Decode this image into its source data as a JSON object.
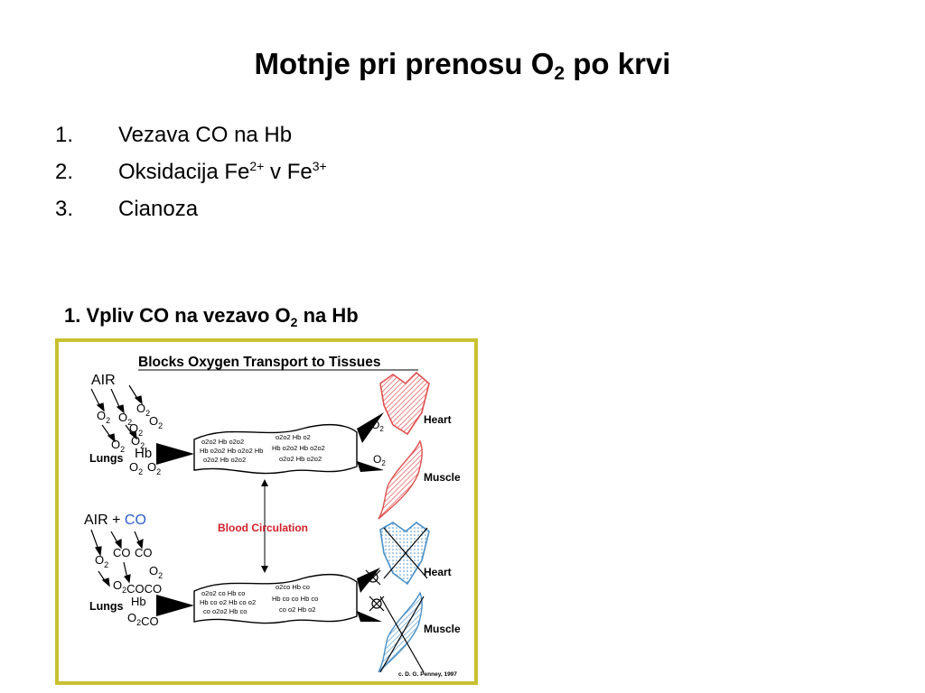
{
  "slide": {
    "title_main": "Motnje pri prenosu O",
    "title_sub": "2",
    "title_end": " po krvi"
  },
  "list": [
    {
      "num": "1.",
      "text": "Vezava CO na Hb"
    },
    {
      "num": "2.",
      "text": "Oksidacija Fe",
      "sup1": "2+",
      "mid": " v  Fe",
      "sup2": "3+"
    },
    {
      "num": "3.",
      "text": "Cianoza"
    }
  ],
  "section": {
    "title_main": "1. Vpliv CO na vezavo O",
    "title_sub": "2",
    "title_end": " na Hb"
  },
  "figure": {
    "title": "Blocks Oxygen Transport to Tissues",
    "air": "AIR",
    "air_co_prefix": "AIR + ",
    "co": "CO",
    "o": "O",
    "two": "2",
    "lungs": "Lungs",
    "hb": "Hb",
    "o2": "O2",
    "heart": "Heart",
    "muscle": "Muscle",
    "blood_circulation": "Blood Circulation",
    "vessel_text_top": "o2o2  Hb  o2o2  Hb",
    "vessel_text_bottom": "o2o2  co  Hb  co",
    "credit": "c. D. G. Penney, 1997",
    "colors": {
      "border": "#c8c130",
      "heart_red": "#e05050",
      "heart_blue": "#4a90c8",
      "co_blue": "#2a5fc8",
      "circulation_red": "#d0202a"
    }
  }
}
